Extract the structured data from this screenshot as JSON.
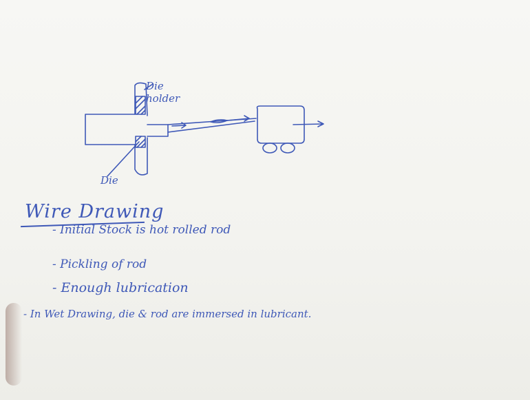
{
  "diagram": {
    "labels": {
      "die_holder_line1": "Die",
      "die_holder_line2": "holder",
      "die": "Die"
    }
  },
  "notes": {
    "title": "Wire Drawing",
    "bullets": [
      "- Initial Stock is hot rolled rod",
      "- Pickling of rod",
      "- Enough lubrication",
      "- In Wet Drawing, die & rod are immersed in lubricant."
    ]
  },
  "colors": {
    "ink": "#3e58b7",
    "board": "#f4f4f1"
  }
}
